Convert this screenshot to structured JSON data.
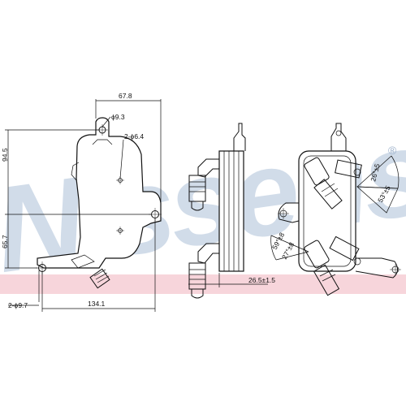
{
  "watermark": {
    "text": "Nissens",
    "registered_mark": "®",
    "color": "#c9d6e6",
    "band_color": "#f2b9c3"
  },
  "front_view": {
    "dims": {
      "width_top": "67.8",
      "hole_top": "ϕ9.3",
      "holes_center": "2-ϕ6.4",
      "height_upper": "94.5",
      "height_lower": "65.7",
      "holes_bottom": "2-ϕ9.7",
      "width_bottom": "134.1"
    }
  },
  "side_view": {
    "dims": {
      "offset": "26.5±1.5"
    }
  },
  "right_view": {
    "dims": {
      "angle_a": "26°±5",
      "angle_b": "53°±5",
      "angle_c": "59°±8",
      "angle_d": "27°±8"
    }
  }
}
